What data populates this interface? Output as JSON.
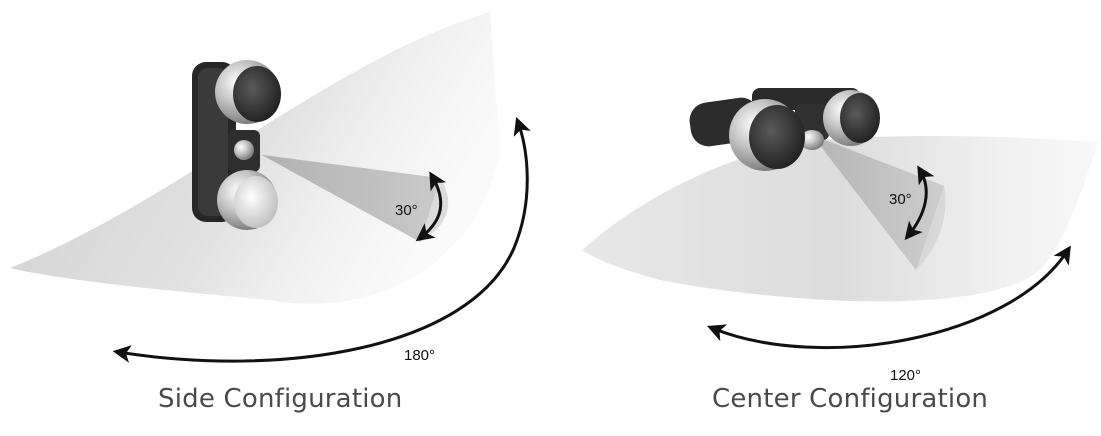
{
  "left_panel": {
    "caption": "Side Configuration",
    "wide_angle": "180°",
    "narrow_angle": "30°"
  },
  "right_panel": {
    "caption": "Center Configuration",
    "wide_angle": "120°",
    "narrow_angle": "30°"
  },
  "colors": {
    "coverage_fill": "#d9d9d9",
    "arrow": "#111111",
    "caption_text": "#4a4a4a",
    "sensor_body": "#2b2b2b",
    "sensor_chrome": "#c8c8c8"
  },
  "icons": [
    "motion-sensor-light-icon",
    "dual-head-sensor-light-icon",
    "double-arrow-icon"
  ]
}
